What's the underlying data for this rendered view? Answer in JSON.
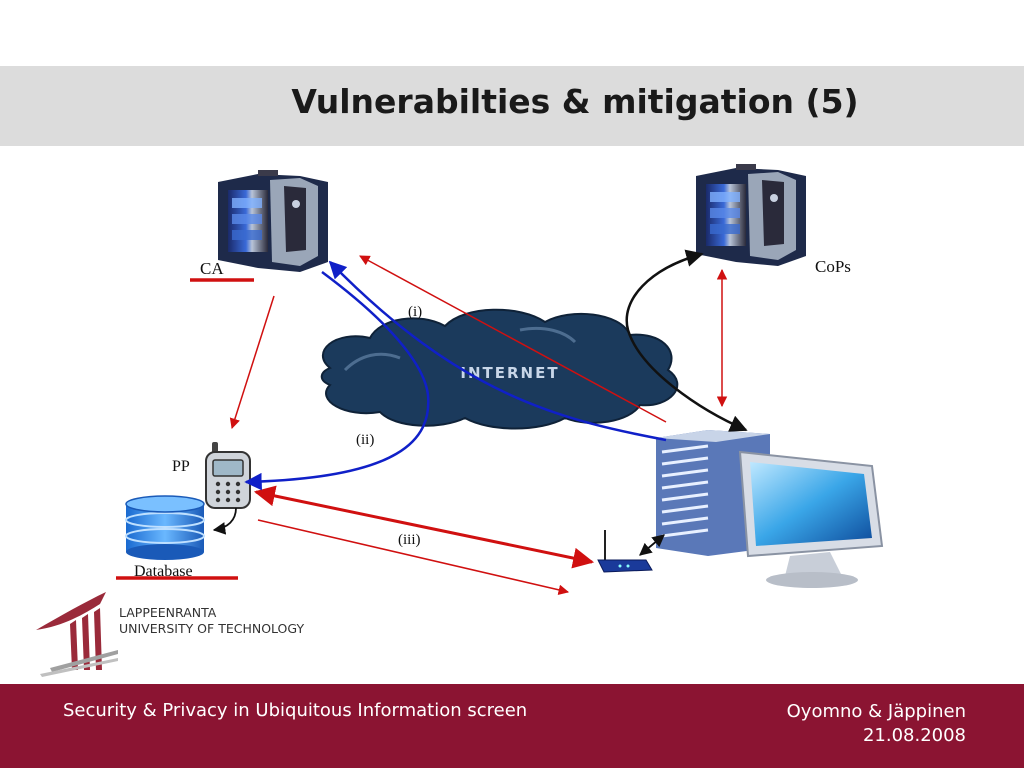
{
  "slide": {
    "title": "Vulnerabilties & mitigation (5)"
  },
  "diagram": {
    "nodes": {
      "ca": "CA",
      "cops": "CoPs",
      "pp": "PP",
      "database": "Database",
      "internet": "INTERNET"
    },
    "edge_labels": {
      "i": "(i)",
      "ii": "(ii)",
      "iii": "(iii)"
    }
  },
  "logo": {
    "line1": "LAPPEENRANTA",
    "line2": "UNIVERSITY OF TECHNOLOGY"
  },
  "footer": {
    "left": "Security & Privacy in Ubiquitous Information screen",
    "authors": "Oyomno & Jäppinen",
    "date": "21.08.2008"
  },
  "colors": {
    "title_bar": "#dcdcdc",
    "footer": "#8b1432",
    "red_arrow": "#d01010",
    "blue_arrow": "#1020c8",
    "cloud": "#1b3a5c"
  }
}
